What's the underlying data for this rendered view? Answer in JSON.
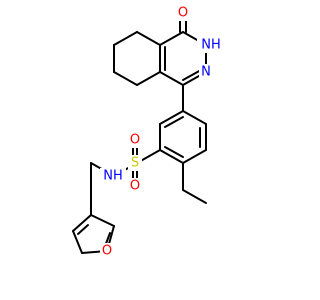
{
  "diagram": {
    "type": "chemical-structure",
    "labels": {
      "ketone_o": "O",
      "lactam_nh": "NH",
      "ring_n": "N",
      "sulfonamide_nh": "NH",
      "sulfonyl_s": "S",
      "sulfonyl_o1": "O",
      "sulfonyl_o2": "O",
      "furan_o": "O"
    },
    "colors": {
      "carbon": "#000000",
      "oxygen": "#ff0000",
      "nitrogen": "#0000ff",
      "sulfur": "#cccc00"
    }
  }
}
